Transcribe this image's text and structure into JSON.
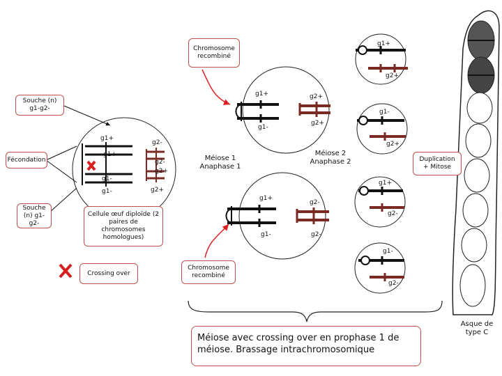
{
  "colors": {
    "accent": "#c0504d",
    "chromosome_dark": "#111111",
    "chromosome_red": "#7a2a22",
    "cross": "#d62020"
  },
  "boxes": {
    "chrom_recomb_top": "Chromosome recombiné",
    "souche_top": "Souche (n) g1-g2-",
    "fecondation": "Fécondation",
    "souche_bottom": "Souche (n) g1-g2-",
    "meiose1": "Méiose 1 Anaphase 1",
    "meiose2": "Méiose 2 Anaphase 2",
    "duplication": "Duplication + Mitose",
    "cellule_oeuf": "Cellule œuf diploïde (2 paires de chromosomes homologues)",
    "crossing_over": "Crossing over",
    "chrom_recomb_bottom": "Chromosome recombiné",
    "caption": "Méiose avec crossing over en prophase 1 de méiose. Brassage intrachromosomique",
    "asque": "Asque de type C"
  },
  "gene_labels": {
    "spore1_top": "g1+",
    "spore1_bottom": "g2+",
    "ana1_a_top": "g1+",
    "ana1_b_top": "g2+",
    "ana1_a_bottom": "g1-",
    "ana1_b_bottom": "g2+",
    "spore2_top": "g1-",
    "spore2_bottom": "g2+",
    "egg_g1plus": "g1+",
    "egg_g1plus2": "g1+",
    "egg_g2minus": "g2-",
    "egg_g2minus2": "g2-",
    "egg_g1minus": "g1-",
    "egg_g1minus2": "g1-",
    "egg_g2plus": "g2+",
    "egg_g2plus2": "g2+",
    "spore3_top": "g1+",
    "spore3_bottom": "g2-",
    "ana1_c_top": "g1+",
    "ana1_d_top": "g2-",
    "ana1_c_bottom": "g1-",
    "ana1_d_bottom": "g2-",
    "spore4_top": "g1-",
    "spore4_bottom": "g2-"
  }
}
